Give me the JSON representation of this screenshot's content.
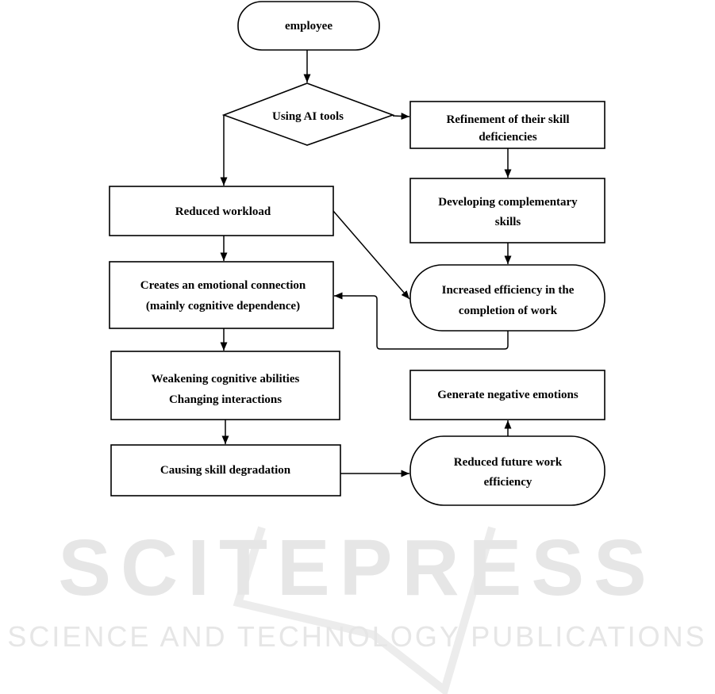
{
  "watermark": {
    "title": "SCITEPRESS",
    "subtitle": "SCIENCE AND TECHNOLOGY PUBLICATIONS"
  },
  "nodes": {
    "employee": [
      "employee"
    ],
    "using_ai": [
      "Using AI tools"
    ],
    "refinement": [
      "Refinement of their skill",
      "deficiencies"
    ],
    "developing": [
      "Developing complementary",
      "skills"
    ],
    "increased": [
      "Increased efficiency in the",
      "completion of work"
    ],
    "reduced_workload": [
      "Reduced workload"
    ],
    "emotional": [
      "Creates an emotional connection",
      "(mainly cognitive dependence)"
    ],
    "weakening": [
      "Weakening cognitive abilities",
      "Changing interactions"
    ],
    "degradation": [
      "Causing skill degradation"
    ],
    "negative": [
      "Generate negative emotions"
    ],
    "future": [
      "Reduced future work",
      "efficiency"
    ]
  }
}
